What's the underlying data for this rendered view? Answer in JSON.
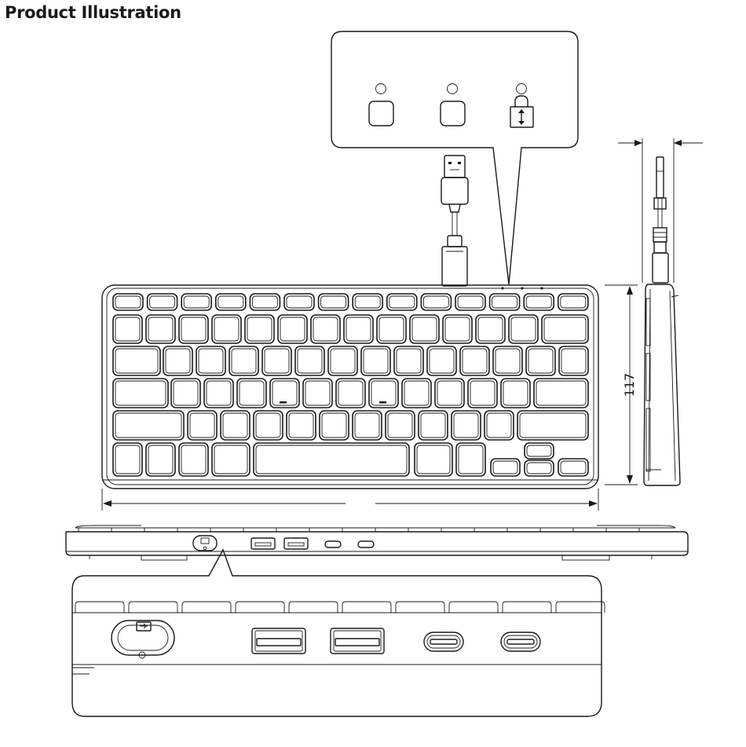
{
  "title": "Product Illustration",
  "dimensions": {
    "height_label": "117"
  },
  "indicators": [
    {
      "name": "indicator-1",
      "icon": "blank-key-icon"
    },
    {
      "name": "indicator-2",
      "icon": "blank-key-icon"
    },
    {
      "name": "indicator-3",
      "icon": "lock-arrow-icon"
    }
  ],
  "ports": [
    "power-switch",
    "usb-a",
    "usb-a",
    "usb-c",
    "usb-c"
  ]
}
